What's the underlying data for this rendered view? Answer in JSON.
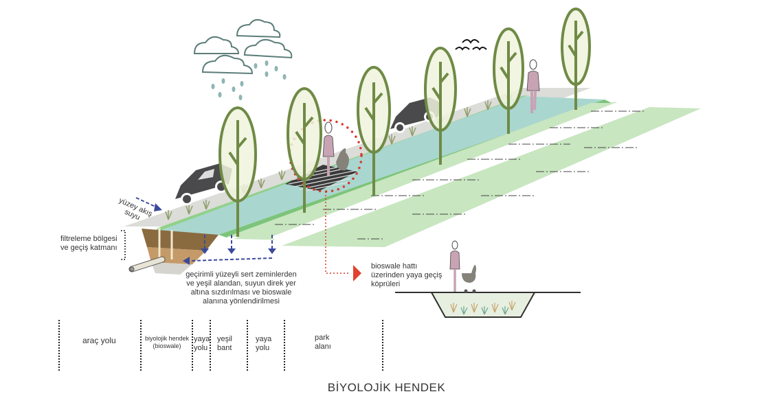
{
  "diagram": {
    "title": "BİYOLOJİK HENDEK",
    "annotations": {
      "surface_flow": [
        "yüzey akış",
        "suyu"
      ],
      "filter_zone": [
        "filtreleme bölgesi",
        "ve geçiş katmanı"
      ],
      "infiltration": [
        "geçirimli yüzeyli sert zeminlerden",
        "ve yeşil alandan, suyun direk yer",
        "altına sızdırılması ve bioswale",
        "alanına yönlendirilmesi"
      ],
      "bridge": [
        "bioswale hattı",
        "üzerinden yaya geçiş",
        "köprüleri"
      ]
    },
    "zones": [
      {
        "lines": [
          "araç yolu"
        ]
      },
      {
        "lines": [
          "biyolojik hendek",
          "(bioswale)"
        ]
      },
      {
        "lines": [
          "yaya",
          "yolu"
        ]
      },
      {
        "lines": [
          "yeşil",
          "bant"
        ]
      },
      {
        "lines": [
          "yaya",
          "yolu"
        ]
      },
      {
        "lines": [
          "park",
          "alanı"
        ]
      }
    ],
    "icons": [
      "cloud-icon",
      "rain-drop-icon",
      "bird-icon",
      "car-icon",
      "tree-icon",
      "pedestrian-icon",
      "stroller-icon",
      "grate-icon",
      "drain-pipe-icon",
      "arrow-icon"
    ],
    "colors": {
      "road": "#d9d9d6",
      "swale_water": "#a8d5cf",
      "swale_edge": "#7cc47a",
      "green_band": "#c8e6c0",
      "tree_stroke": "#6f8a45",
      "tree_fill": "#eef3dc",
      "car": "#4a4a4c",
      "person": "#c7a3b3",
      "cloud": "#5b7d78",
      "rain": "#8fb5b3",
      "arrow_blue": "#3b4a9a",
      "highlight_red": "#d9382b",
      "soil_dark": "#8a6a3f",
      "soil_mid": "#c49a68",
      "soil_light": "#d6d4cf"
    }
  }
}
